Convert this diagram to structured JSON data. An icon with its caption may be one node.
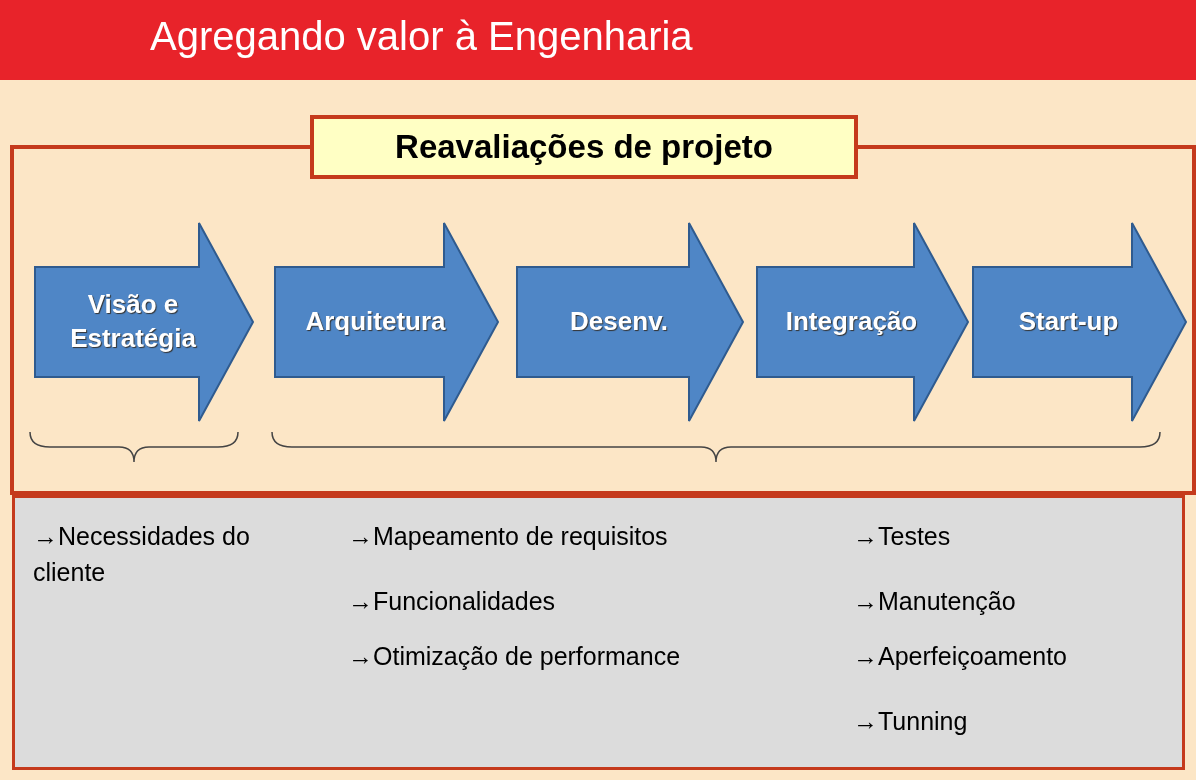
{
  "diagram": {
    "title": "Agregando valor à Engenharia",
    "nodes": [
      {
        "text": [
          "Reavaliações de projeto"
        ]
      },
      {
        "text": [
          "Visão e Estratégia"
        ],
        "in": 0
      },
      {
        "text": [
          "Arquitetura"
        ],
        "in": 0
      },
      {
        "text": [
          "Desenv."
        ],
        "in": 0
      },
      {
        "text": [
          "Integração"
        ],
        "in": 0
      },
      {
        "text": [
          "Start-up"
        ],
        "in": 0
      },
      {
        "text": [
          "→Necessidades do cliente",
          "→Mapeamento de requisitos",
          "→Funcionalidades",
          "→Otimização de performance",
          "→Testes",
          "→Manutenção",
          "→Aperfeiçoamento",
          "→Tunning"
        ]
      }
    ],
    "edges": []
  }
}
